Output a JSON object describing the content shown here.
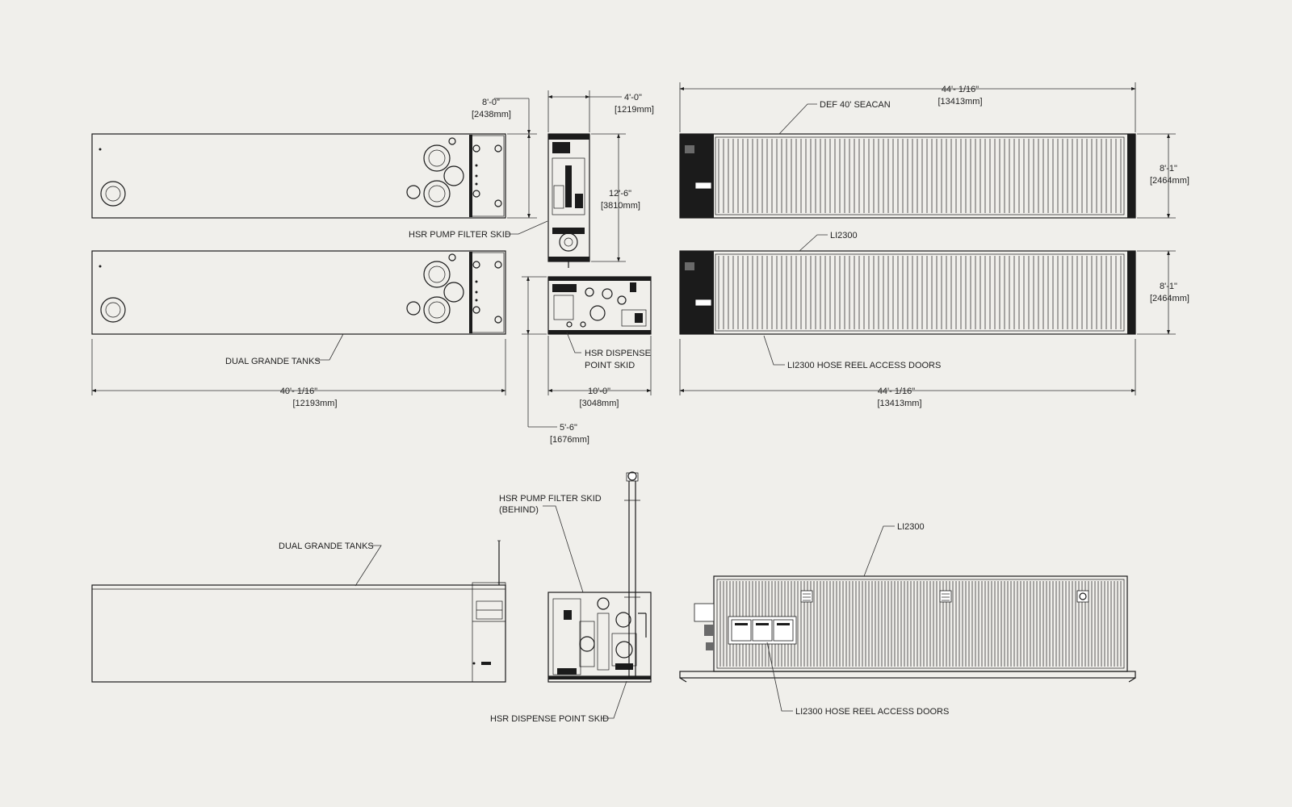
{
  "colors": {
    "background": "#f0efeb",
    "line": "#1a1a1a",
    "text": "#222222"
  },
  "dimensions": {
    "tank_width_ft": "8'-0\"",
    "tank_width_mm": "[2438mm]",
    "tank_length_ft": "40'- 1/16\"",
    "tank_length_mm": "[12193mm]",
    "pump_width_ft": "4'-0\"",
    "pump_width_mm": "[1219mm]",
    "pump_length_ft": "12'-6\"",
    "pump_length_mm": "[3810mm]",
    "dispense_length_ft": "10'-0\"",
    "dispense_length_mm": "[3048mm]",
    "dispense_width_ft": "5'-6\"",
    "dispense_width_mm": "[1676mm]",
    "seacan_length_top_ft": "44'- 1/16\"",
    "seacan_length_top_mm": "[13413mm]",
    "seacan_width_1_ft": "8'-1\"",
    "seacan_width_1_mm": "[2464mm]",
    "seacan_width_2_ft": "8'-1\"",
    "seacan_width_2_mm": "[2464mm]",
    "seacan_length_bottom_ft": "44'- 1/16\"",
    "seacan_length_bottom_mm": "[13413mm]"
  },
  "labels": {
    "dual_grande_tanks_plan": "DUAL GRANDE TANKS",
    "hsr_pump_filter_skid_plan": "HSR PUMP FILTER SKID",
    "hsr_dispense_point_skid_plan_line1": "HSR DISPENSE",
    "hsr_dispense_point_skid_plan_line2": "POINT SKID",
    "def_40_seacan": "DEF 40' SEACAN",
    "li2300_plan": "LI2300",
    "li2300_hose_reel_doors_plan": "LI2300 HOSE REEL ACCESS DOORS",
    "dual_grande_tanks_elev": "DUAL GRANDE TANKS",
    "hsr_pump_filter_skid_elev_line1": "HSR PUMP FILTER SKID",
    "hsr_pump_filter_skid_elev_line2": "(BEHIND)",
    "hsr_dispense_point_skid_elev": "HSR DISPENSE POINT SKID",
    "li2300_elev": "LI2300",
    "li2300_hose_reel_doors_elev": "LI2300 HOSE REEL ACCESS DOORS"
  }
}
